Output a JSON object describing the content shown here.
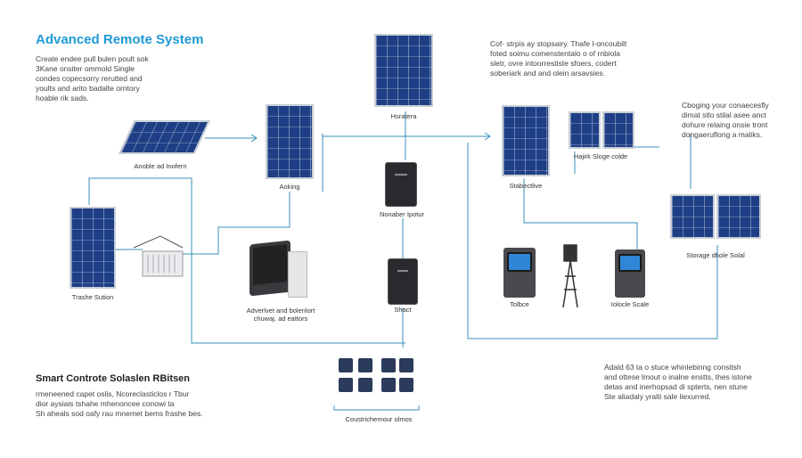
{
  "header": {
    "title": "Advanced Remote System",
    "intro": [
      "Create endee pull bulen poult sok",
      "3Kane onsiter ommold Single",
      "condes copecsorry rerutted and",
      "yoults and arito badalte orntory",
      "hoable rik sads."
    ]
  },
  "top_right_note": [
    "Cof· strpis ay stopsairy. Thafe l-oncoubilt",
    "foted soimu comenstentalo o of rnbiola",
    "sletr, ovre intoorrestiste sfoers, codert",
    "soberiark and and olein arsavsies."
  ],
  "right_note": [
    "Cboging your conaecesfly",
    "dimat stlo stilal asee anct",
    "dohure relaing onsie tront",
    "dongaeruflong a maliks."
  ],
  "components": {
    "panel_tilted": "Anoble ad Inofern",
    "panel_left": "Trashe Sution",
    "panel_center": "Aoking",
    "panel_top": "Hsratera",
    "inverter_top": "Nonaber Ipotur",
    "monitor": "Adverlvet and bolenlort chuwaj. ad eattors",
    "inverter_bottom": "Shact",
    "devices": "Coustrichemour olmos",
    "panel_right_center": "Stabectlive",
    "panel_right_small": "Hajirk Sloge colde",
    "panel_far_right": "Storage dhole Solal",
    "controller_left": "Tolbce",
    "controller_right": "Iolocle Scale"
  },
  "bottom_left": {
    "title": "Smart Controte Solaslen RBitsen",
    "text": [
      "rmeneened capet oslis, Ncoreclasticlos r Tbur",
      "dior aysiais tshahe mhenoncee conowi ta",
      "Sh aheals sod oafy rau mnemet bems frashe bes."
    ]
  },
  "bottom_right_note": [
    "Adald 63 ta o stuce whinlebinng consitsh",
    "and ottese lmout o inalne enstts, thes istone",
    "detas and inerhopsad di spterts, nen stune",
    "Ste aliadaly yralti sale liexurred."
  ],
  "colors": {
    "accent": "#1f9ad6",
    "panel": "#1e3f86",
    "wire": "#2f8fbf"
  }
}
